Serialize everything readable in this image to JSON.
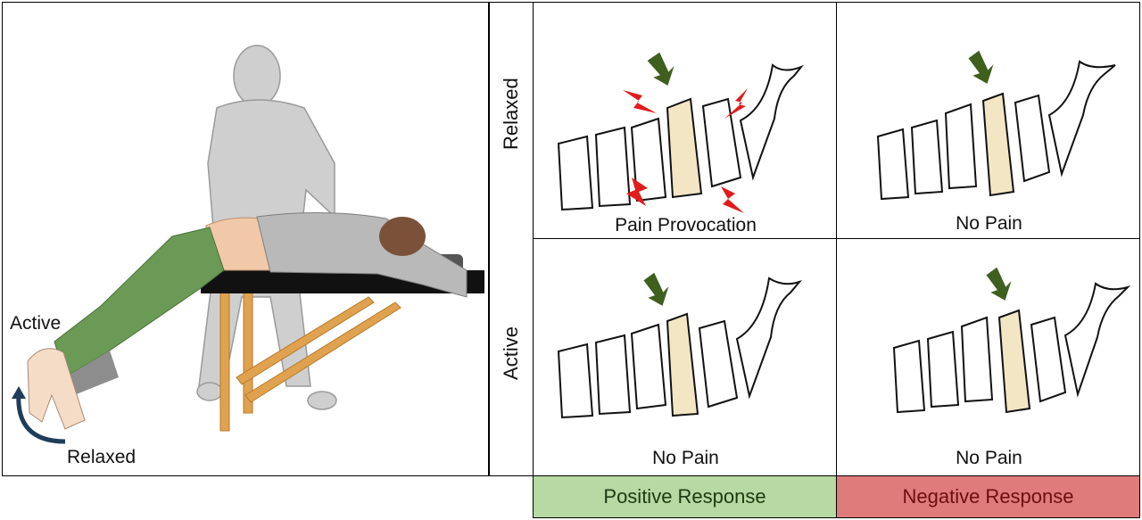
{
  "left_panel": {
    "label_active": "Active",
    "label_relaxed": "Relaxed"
  },
  "row_headers": {
    "top": "Relaxed",
    "bottom": "Active"
  },
  "cells": {
    "top_left": "Pain Provocation",
    "top_right": "No Pain",
    "bottom_left": "No Pain",
    "bottom_right": "No Pain"
  },
  "responses": {
    "positive": {
      "label": "Positive Response",
      "bg": "#b7d9a3",
      "color": "#1e3a12"
    },
    "negative": {
      "label": "Negative Response",
      "bg": "#e07b7b",
      "color": "#6b0e0e"
    }
  },
  "colors": {
    "arrow": "#3f5f1f",
    "pain_bolt": "#e21b1b",
    "highlight_vertebra": "#f3e6c4",
    "leg_green": "#6a9a55",
    "table_wood": "#d9a050"
  }
}
